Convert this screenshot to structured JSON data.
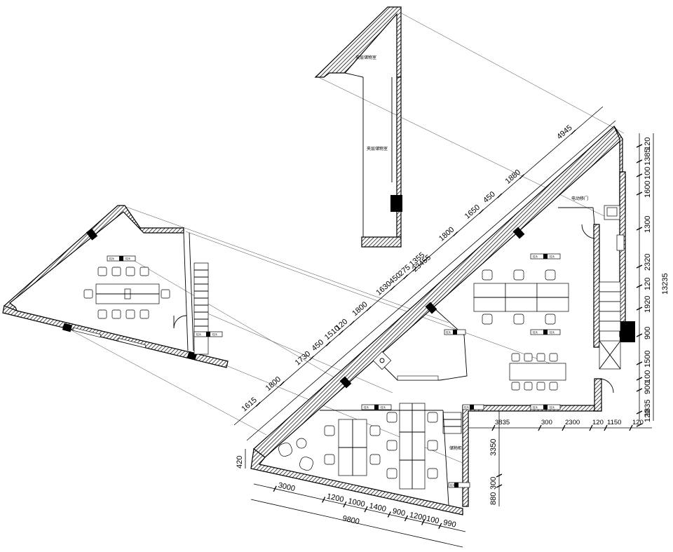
{
  "rooms": {
    "mezzanine_storage_upper": "夹层储物室",
    "mezzanine_storage_lower": "夹层储物室",
    "electric_sliding_door": "电动移门",
    "storage_cabinet": "储物柜"
  },
  "column_tag": "柱头",
  "diagonal_dims_outer": [
    "1615",
    "1800",
    "1730",
    "450",
    "1510",
    "120",
    "1800",
    "1630",
    "450",
    "275",
    "1355",
    "1800",
    "1650",
    "450",
    "1880",
    "4945"
  ],
  "diagonal_total": "23455",
  "right_dims": [
    "120",
    "1385",
    "100",
    "1600",
    "1300",
    "2320",
    "120",
    "1920",
    "900",
    "1500",
    "100",
    "900",
    "1835",
    "120"
  ],
  "right_total": "13235",
  "bottom_right_dims": [
    "3835",
    "300",
    "2300",
    "120",
    "1150",
    "120"
  ],
  "vertical_dims": [
    "3350",
    "300",
    "880"
  ],
  "bottom_dims": [
    "3000",
    "1200",
    "1000",
    "1400",
    "900",
    "1200",
    "100",
    "990"
  ],
  "bottom_total": "9800",
  "left_dim": "420",
  "colors": {
    "line": "#000000",
    "background": "#ffffff"
  }
}
